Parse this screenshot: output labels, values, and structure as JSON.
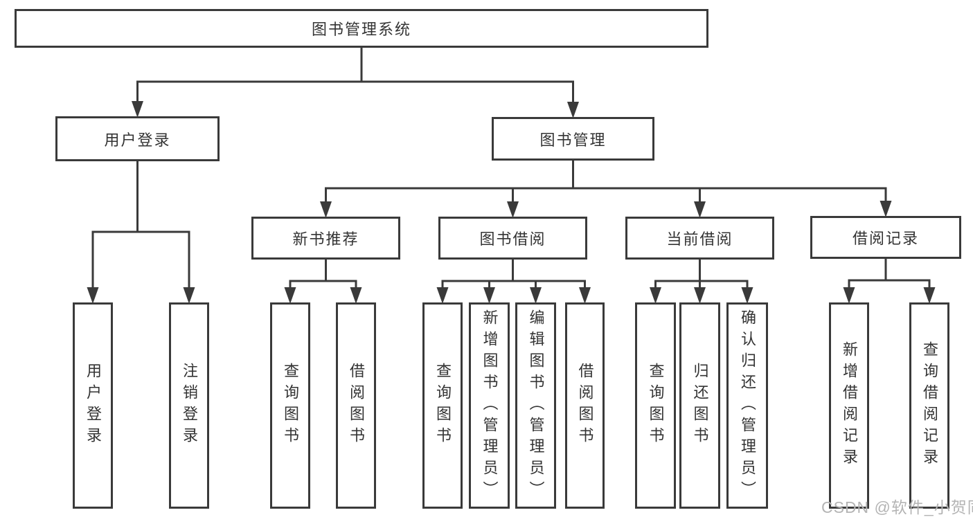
{
  "diagram": {
    "type": "tree",
    "title": "图书管理系统",
    "colors": {
      "line": "#3a3a3a",
      "box_border": "#3a3a3a",
      "text": "#333333",
      "background": "#ffffff",
      "watermark": "#b4b4b4"
    },
    "nodes": {
      "root": {
        "label": "图书管理系统"
      },
      "user_login": {
        "label": "用户登录"
      },
      "book_mgmt": {
        "label": "图书管理"
      },
      "new_book_rec": {
        "label": "新书推荐"
      },
      "book_borrow": {
        "label": "图书借阅"
      },
      "current_borrow": {
        "label": "当前借阅"
      },
      "borrow_record": {
        "label": "借阅记录"
      },
      "user_login_leaf": {
        "label": "用户登录"
      },
      "logout_leaf": {
        "label": "注销登录"
      },
      "query_book_1": {
        "label": "查询图书"
      },
      "borrow_book_1": {
        "label": "借阅图书"
      },
      "query_book_2": {
        "label": "查询图书"
      },
      "add_book": {
        "label": "新增图书（管理员）"
      },
      "edit_book": {
        "label": "编辑图书（管理员）"
      },
      "borrow_book_2": {
        "label": "借阅图书"
      },
      "query_book_3": {
        "label": "查询图书"
      },
      "return_book": {
        "label": "归还图书"
      },
      "confirm_return": {
        "label": "确认归还（管理员）"
      },
      "add_borrow_record": {
        "label": "新增借阅记录"
      },
      "query_borrow_record": {
        "label": "查询借阅记录"
      }
    },
    "edges": [
      {
        "from": "root",
        "to": [
          "user_login",
          "book_mgmt"
        ]
      },
      {
        "from": "user_login",
        "to": [
          "user_login_leaf",
          "logout_leaf"
        ]
      },
      {
        "from": "book_mgmt",
        "to": [
          "new_book_rec",
          "book_borrow",
          "current_borrow",
          "borrow_record"
        ]
      },
      {
        "from": "new_book_rec",
        "to": [
          "query_book_1",
          "borrow_book_1"
        ]
      },
      {
        "from": "book_borrow",
        "to": [
          "query_book_2",
          "add_book",
          "edit_book",
          "borrow_book_2"
        ]
      },
      {
        "from": "current_borrow",
        "to": [
          "query_book_3",
          "return_book",
          "confirm_return"
        ]
      },
      {
        "from": "borrow_record",
        "to": [
          "add_borrow_record",
          "query_borrow_record"
        ]
      }
    ],
    "watermark": "CSDN @软件_小贺同学"
  }
}
